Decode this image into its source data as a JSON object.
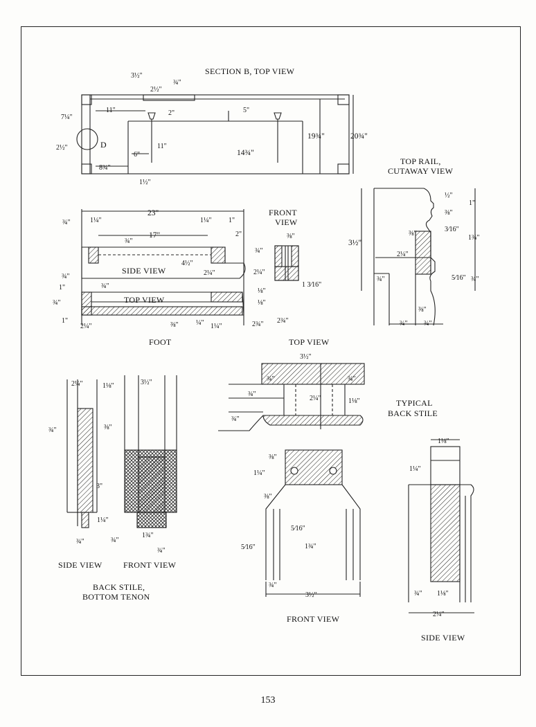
{
  "page_number": "153",
  "section_b": {
    "title": "SECTION B, TOP VIEW",
    "dims": [
      "3½\"",
      "2½\"",
      "¾\"",
      "11\"",
      "2\"",
      "5\"",
      "7¼\"",
      "2½\"",
      "D",
      "6\"",
      "11\"",
      "14¾\"",
      "19¾\"",
      "20¾\"",
      "8¾\"",
      "1½\""
    ]
  },
  "top_rail": {
    "title_1": "TOP RAIL,",
    "title_2": "CUTAWAY VIEW",
    "dims": [
      "½\"",
      "⅜\"",
      "1\"",
      "⅜\"",
      "3⁄16\"",
      "3½\"",
      "1¾\"",
      "2¼\"",
      "¾\"",
      "5⁄16\"",
      "¾\"",
      "⅜\"",
      "¾\"",
      "¾\""
    ]
  },
  "foot": {
    "title": "FOOT",
    "side_view": "SIDE VIEW",
    "top_view": "TOP VIEW",
    "front_view_1": "FRONT",
    "front_view_2": "VIEW",
    "dims": [
      "23\"",
      "¾\"",
      "1¼\"",
      "1¼\"",
      "1\"",
      "17\"",
      "2\"",
      "¾\"",
      "4½\"",
      "2¼\"",
      "¾\"",
      "¾\"",
      "1\"",
      "¾\"",
      "1\"",
      "2¼\"",
      "⅜\"",
      "¼\"",
      "1¼\"",
      "2¾\"",
      "⅜\"",
      "¾\"",
      "2¼\"",
      "⅛\"",
      "⅛\"",
      "1 3⁄16\"",
      "2¾\""
    ]
  },
  "back_stile_bottom": {
    "title_1": "BACK STILE,",
    "title_2": "BOTTOM TENON",
    "side_view": "SIDE VIEW",
    "front_view": "FRONT VIEW",
    "dims": [
      "2¼\"",
      "1⅛\"",
      "3½\"",
      "¾\"",
      "⅜\"",
      "3\"",
      "1¼\"",
      "¾\"",
      "¾\"",
      "1¾\"",
      "¾\""
    ]
  },
  "top_view_center": {
    "title": "TOP VIEW",
    "dims": [
      "3½\"",
      "¾\"",
      "¾\"",
      "¾\"",
      "2¼\"",
      "1⅛\"",
      "¾\""
    ]
  },
  "front_view_center": {
    "title": "FRONT VIEW",
    "dims": [
      "⅜\"",
      "1¼\"",
      "⅜\"",
      "5⁄16\"",
      "5⁄16\"",
      "1¾\"",
      "¾\"",
      "3½\""
    ]
  },
  "typical_back_stile": {
    "title_1": "TYPICAL",
    "title_2": "BACK STILE",
    "side_view": "SIDE VIEW",
    "dims": [
      "1⅛\"",
      "1¼\"",
      "¾\"",
      "1⅛\"",
      "2¼\""
    ]
  }
}
